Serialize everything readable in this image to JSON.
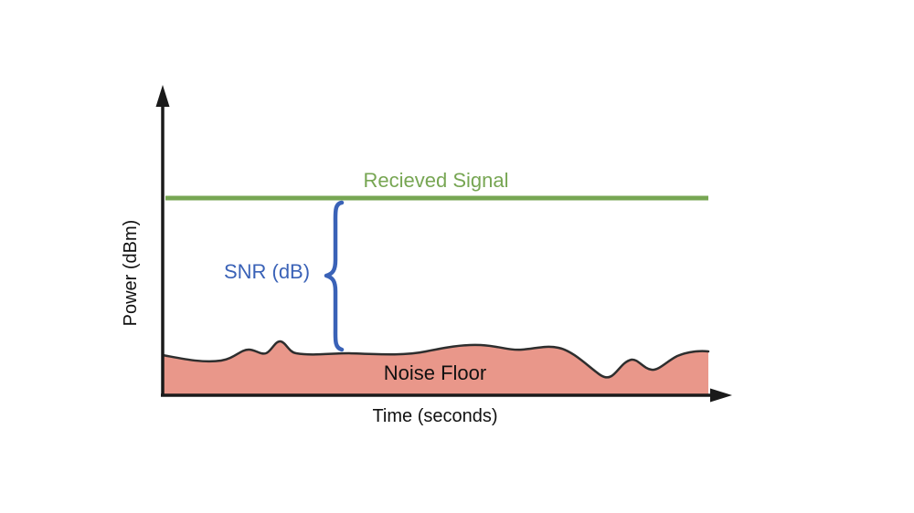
{
  "diagram": {
    "y_axis_label": "Power (dBm)",
    "x_axis_label": "Time (seconds)",
    "signal_label": "Recieved Signal",
    "snr_label": "SNR (dB)",
    "noise_label": "Noise Floor"
  },
  "colors": {
    "background": "#ffffff",
    "axis": "#1a1a1a",
    "signal": "#77a653",
    "snr": "#3a62b7",
    "noise_fill": "#e9978a",
    "noise_line": "#2e2e2e"
  }
}
